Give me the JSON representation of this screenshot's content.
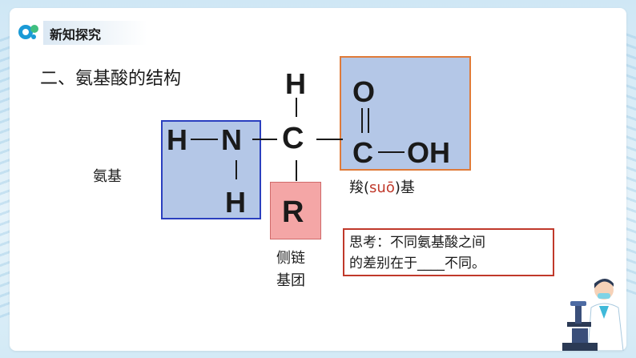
{
  "header": {
    "title": "新知探究"
  },
  "section": {
    "title": "二、氨基酸的结构"
  },
  "structure": {
    "top_h": "H",
    "center_c": "C",
    "amino_h1": "H",
    "amino_n": "N",
    "amino_h2": "H",
    "carboxyl_o": "O",
    "carboxyl_c": "C",
    "carboxyl_oh": "OH",
    "r_group": "R"
  },
  "labels": {
    "amino": "氨基",
    "carboxyl_pre": "羧(",
    "carboxyl_pinyin": "suō",
    "carboxyl_post": ")基",
    "side_chain_line1": "侧链",
    "side_chain_line2": "基团"
  },
  "think": {
    "line1": "思考：不同氨基酸之间",
    "line2": "的差别在于____不同。"
  },
  "colors": {
    "box_fill": "#b4c7e7",
    "amino_border": "#2a3fbf",
    "carboxyl_border": "#e07b39",
    "r_fill": "#f4a6a6",
    "think_border": "#c0392b"
  }
}
